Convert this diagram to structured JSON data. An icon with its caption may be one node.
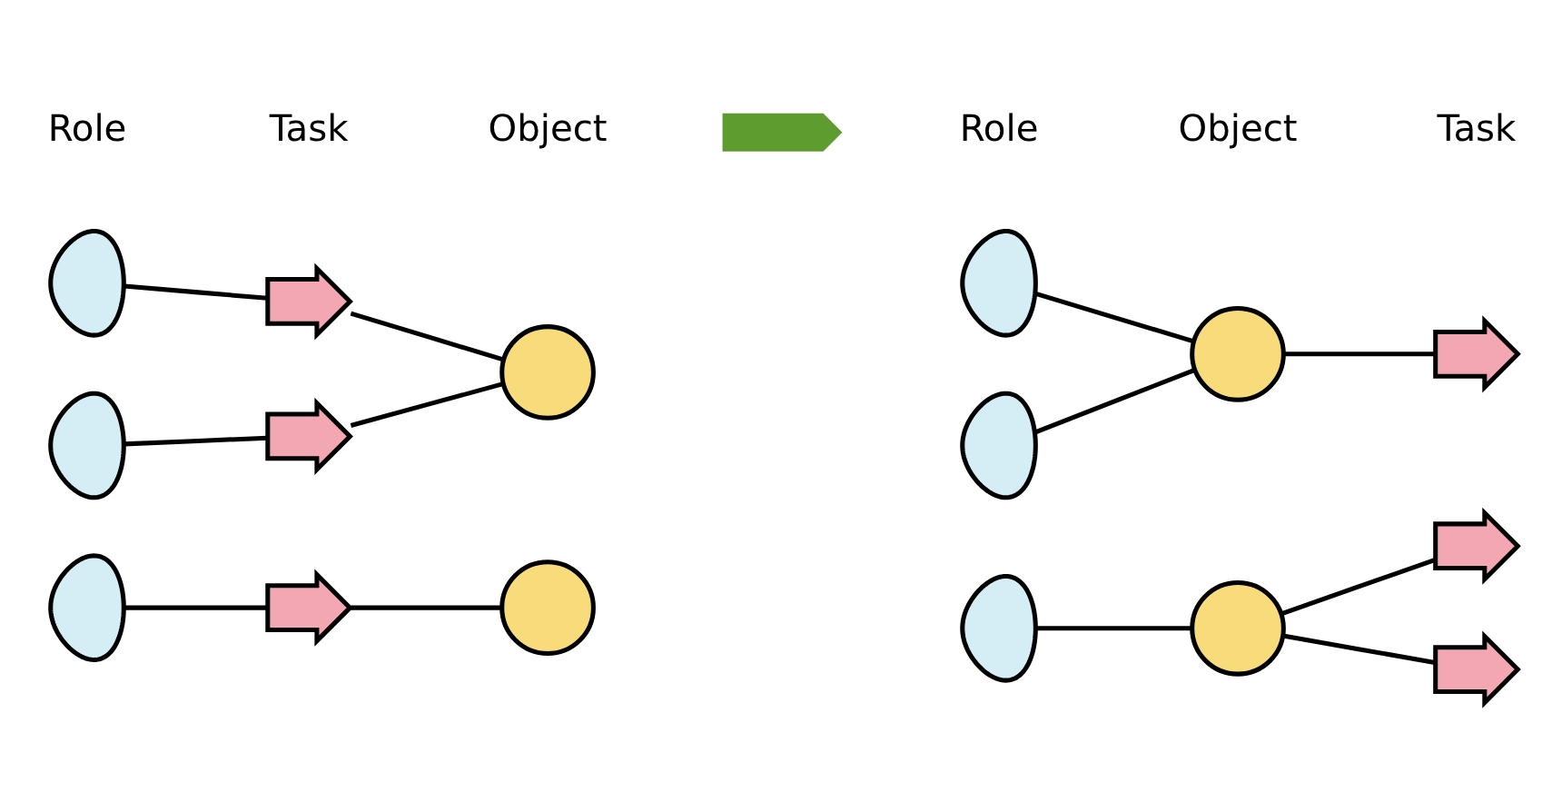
{
  "diagram": {
    "nodes": [
      {
        "text": [],
        "shape": "person"
      },
      {
        "text": [],
        "shape": "person"
      },
      {
        "text": [],
        "shape": "person"
      },
      {
        "text": [],
        "shape": "flag"
      },
      {
        "text": [],
        "shape": "flag"
      },
      {
        "text": [],
        "shape": "flag"
      },
      {
        "text": [],
        "shape": "circle"
      },
      {
        "text": [],
        "shape": "circle"
      },
      {
        "text": [],
        "shape": "chevron"
      },
      {
        "text": [],
        "shape": "person"
      },
      {
        "text": [],
        "shape": "person"
      },
      {
        "text": [],
        "shape": "person"
      },
      {
        "text": [],
        "shape": "circle"
      },
      {
        "text": [],
        "shape": "circle"
      },
      {
        "text": [],
        "shape": "flag"
      },
      {
        "text": [],
        "shape": "flag"
      },
      {
        "text": [],
        "shape": "flag"
      }
    ],
    "edges": [
      {
        "from": 0,
        "to": 3,
        "arrow": "none"
      },
      {
        "from": 1,
        "to": 4,
        "arrow": "none"
      },
      {
        "from": 2,
        "to": 5,
        "arrow": "none"
      },
      {
        "from": 3,
        "to": 6,
        "arrow": "none"
      },
      {
        "from": 4,
        "to": 6,
        "arrow": "none"
      },
      {
        "from": 5,
        "to": 7,
        "arrow": "none"
      },
      {
        "from": 9,
        "to": 12,
        "arrow": "none"
      },
      {
        "from": 10,
        "to": 12,
        "arrow": "none"
      },
      {
        "from": 11,
        "to": 13,
        "arrow": "none"
      },
      {
        "from": 12,
        "to": 14,
        "arrow": "none"
      },
      {
        "from": 13,
        "to": 15,
        "arrow": "none"
      },
      {
        "from": 13,
        "to": 16,
        "arrow": "none"
      }
    ],
    "labels": [
      "Role",
      "Task",
      "Object",
      "Role",
      "Object",
      "Task"
    ]
  }
}
